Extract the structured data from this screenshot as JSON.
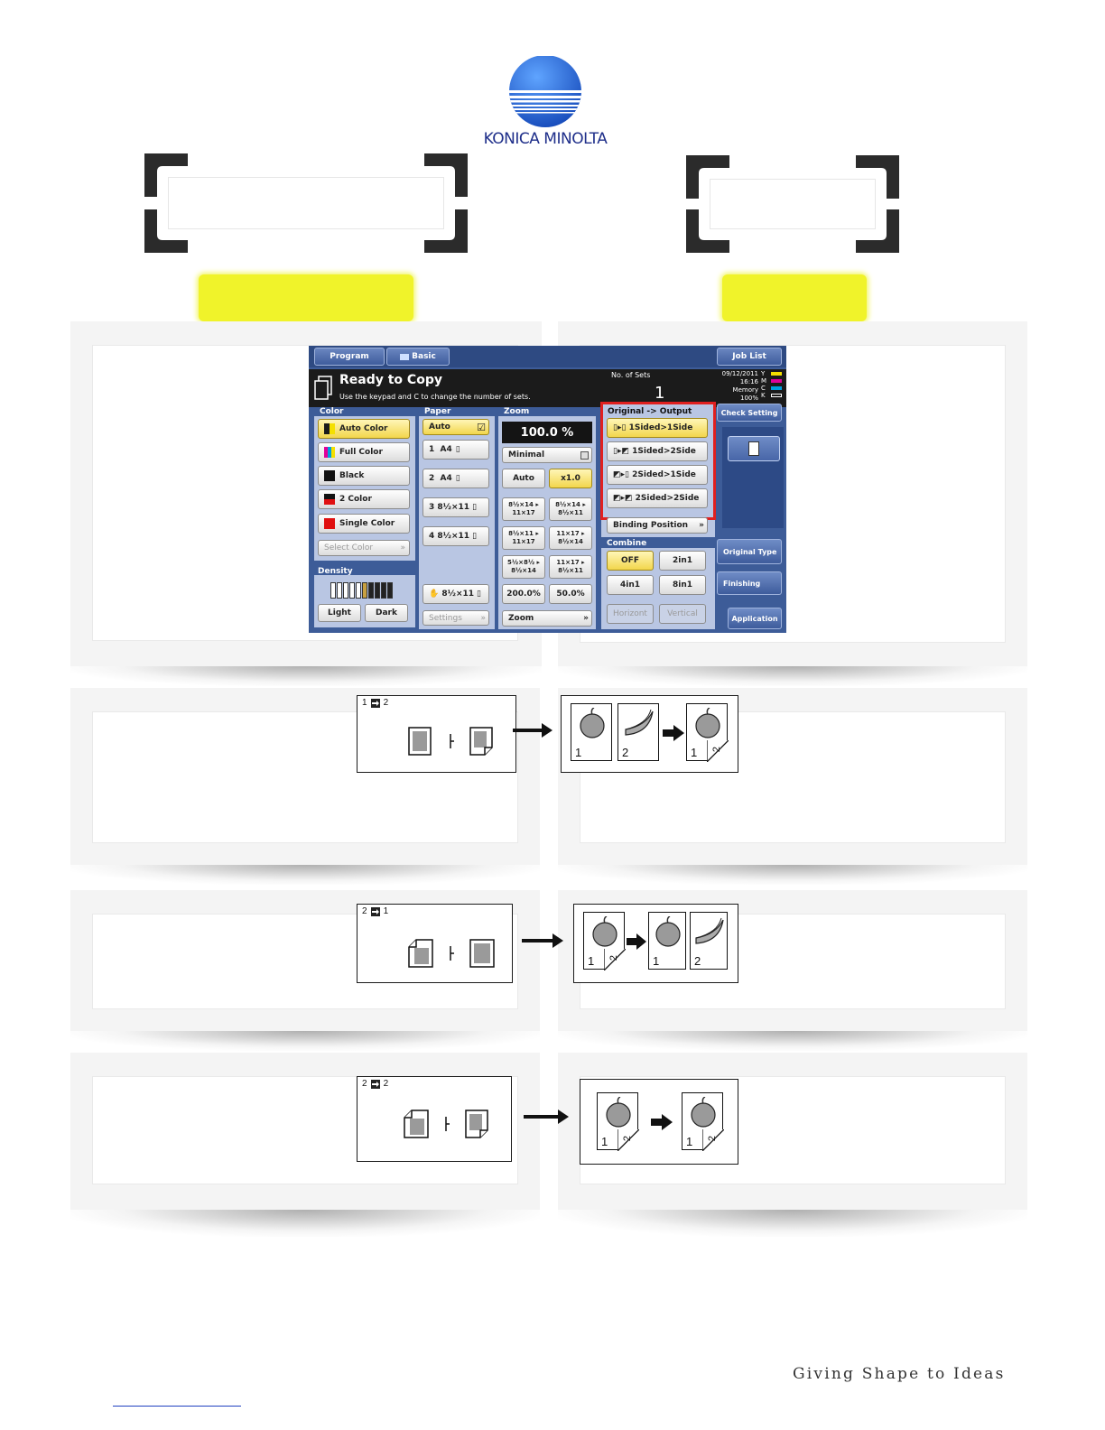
{
  "brand": {
    "name": "KONICA MINOLTA",
    "tagline": "Giving Shape to Ideas",
    "colors": {
      "logo_blue": "#1f56c8",
      "logo_text": "#1f2f8a",
      "highlight": "#f0f32a"
    }
  },
  "copier": {
    "tabs": {
      "program": "Program",
      "basic": "Basic",
      "job_list": "Job List"
    },
    "header": {
      "title": "Ready to Copy",
      "subtitle": "Use the keypad and C to change the number of sets.",
      "sets_label": "No. of Sets",
      "sets_value": "1",
      "date": "09/12/2011",
      "time": "16:16",
      "memory_label": "Memory",
      "memory_value": "100%",
      "toner_labels": [
        "Y",
        "M",
        "C",
        "K"
      ]
    },
    "color": {
      "label": "Color",
      "options": [
        "Auto Color",
        "Full Color",
        "Black",
        "2 Color",
        "Single Color",
        "Select Color"
      ],
      "selected": "Auto Color"
    },
    "density": {
      "label": "Density",
      "light": "Light",
      "dark": "Dark"
    },
    "paper": {
      "label": "Paper",
      "auto": "Auto",
      "trays": [
        {
          "num": "1",
          "size": "A4"
        },
        {
          "num": "2",
          "size": "A4"
        },
        {
          "num": "3",
          "size": "8½×11"
        },
        {
          "num": "4",
          "size": "8½×11"
        }
      ],
      "bypass": "8½×11",
      "settings": "Settings"
    },
    "zoom": {
      "label": "Zoom",
      "value": "100.0 %",
      "minimal": "Minimal",
      "auto": "Auto",
      "x1": "x1.0",
      "presets": [
        [
          "8½×14 ▸",
          "11×17"
        ],
        [
          "8½×14 ▸",
          "8½×11"
        ],
        [
          "8½×11 ▸",
          "11×17"
        ],
        [
          "11×17 ▸",
          "8½×14"
        ],
        [
          "5½×8½ ▸",
          "8½×14"
        ],
        [
          "11×17 ▸",
          "8½×11"
        ]
      ],
      "p200": "200.0%",
      "p50": "50.0%",
      "zoom_btn": "Zoom"
    },
    "duplex": {
      "label": "Original -> Output",
      "options": [
        "1Sided>1Side",
        "1Sided>2Side",
        "2Sided>1Side",
        "2Sided>2Side"
      ],
      "selected": "1Sided>1Side",
      "binding": "Binding Position"
    },
    "combine": {
      "label": "Combine",
      "options": [
        "OFF",
        "2in1",
        "4in1",
        "8in1"
      ],
      "selected": "OFF",
      "horizontal": "Horizont",
      "vertical": "Vertical"
    },
    "right": {
      "check_setting": "Check Setting",
      "original_type": "Original Type",
      "finishing": "Finishing",
      "application": "Application"
    }
  },
  "rows": [
    {
      "mode_left": "1",
      "mode_right": "2",
      "pages": [
        "1",
        "2"
      ],
      "result": [
        "1",
        "2"
      ]
    },
    {
      "mode_left": "2",
      "mode_right": "1",
      "pages": [
        "1",
        "2"
      ],
      "result": [
        "1",
        "2"
      ]
    },
    {
      "mode_left": "2",
      "mode_right": "2",
      "pages": [
        "1",
        "2"
      ],
      "result": [
        "1",
        "2"
      ]
    }
  ]
}
